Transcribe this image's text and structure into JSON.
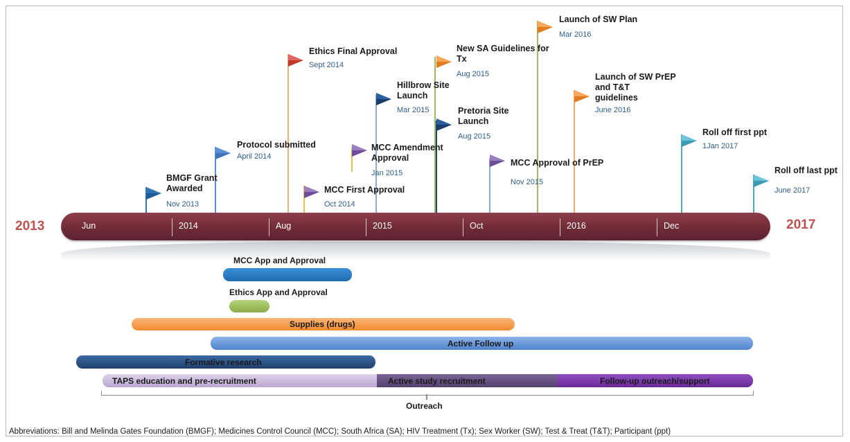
{
  "years": {
    "start": "2013",
    "end": "2017"
  },
  "axis_ticks": [
    "Jun",
    "2014",
    "Aug",
    "2015",
    "Oct",
    "2016",
    "Dec"
  ],
  "milestones": [
    {
      "title": "BMGF Grant\nAwarded",
      "date": "Nov 2013",
      "color": "#2e75b6"
    },
    {
      "title": "Protocol submitted",
      "date": "April 2014",
      "color": "#5b8fd6"
    },
    {
      "title": "Ethics Final Approval",
      "date": "Sept 2014",
      "color": "#d9534f"
    },
    {
      "title": "MCC First Approval",
      "date": "Oct 2014",
      "color": "#8064a2"
    },
    {
      "title": "MCC Amendment\nApproval",
      "date": "Jan 2015",
      "color": "#8064a2"
    },
    {
      "title": "Hillbrow Site\nLaunch",
      "date": "Mar 2015",
      "color": "#1f497d"
    },
    {
      "title": "New SA Guidelines for\nTx",
      "date": "Aug 2015",
      "color": "#f79646"
    },
    {
      "title": "Pretoria Site\nLaunch",
      "date": "Aug 2015",
      "color": "#1f497d"
    },
    {
      "title": "MCC Approval of PrEP",
      "date": "Nov 2015",
      "color": "#8064a2"
    },
    {
      "title": "Launch of SW Plan",
      "date": "Mar 2016",
      "color": "#f79646"
    },
    {
      "title": "Launch of SW PrEP\nand T&T\nguidelines",
      "date": "June 2016",
      "color": "#f79646"
    },
    {
      "title": "Roll off first ppt",
      "date": "1Jan 2017",
      "color": "#4bacc6"
    },
    {
      "title": "Roll off last ppt",
      "date": "June 2017",
      "color": "#4bacc6"
    }
  ],
  "phases": [
    {
      "label": "MCC App and Approval",
      "color": "#2e75b6"
    },
    {
      "label": "Ethics App and Approval",
      "color": "#9bbb59"
    },
    {
      "label": "Supplies (drugs)",
      "color": "#f79646"
    },
    {
      "label": "Active Follow up",
      "color": "#5b8fd6"
    },
    {
      "label": "Formative research",
      "color": "#1f497d"
    },
    {
      "label": "TAPS education and pre-recruitment",
      "color": "#c9b8db"
    },
    {
      "label": "Active study recruitment",
      "color": "#604a7b"
    },
    {
      "label": "Follow-up outreach/support",
      "color": "#7030a0"
    }
  ],
  "outreach_label": "Outreach",
  "abbreviations": "Abbreviations: Bill and Melinda Gates Foundation (BMGF); Medicines Control Council (MCC); South Africa (SA); HIV Treatment (Tx); Sex Worker (SW); Test & Treat (T&T); Participant (ppt)"
}
